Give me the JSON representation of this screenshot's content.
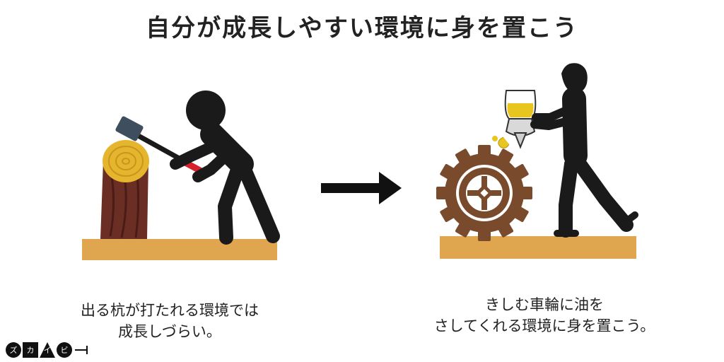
{
  "title": "自分が成長しやすい環境に身を置こう",
  "left_caption": {
    "line1": "出る杭が打たれる環境では",
    "line2": "成長しづらい。"
  },
  "right_caption": {
    "line1": "きしむ車輪に油を",
    "line2": "さしてくれる環境に身を置こう。"
  },
  "logo": {
    "chars": [
      "ズ",
      "カ",
      "イ",
      "ビ"
    ]
  },
  "colors": {
    "ground": "#E0A54F",
    "figure": "#1a1a1a",
    "log_bark": "#6B2E24",
    "log_top": "#E6B52E",
    "gear": "#7A4A2C",
    "oil": "#E8C51F",
    "hammer_handle": "#D6202A",
    "arrow": "#111111"
  }
}
